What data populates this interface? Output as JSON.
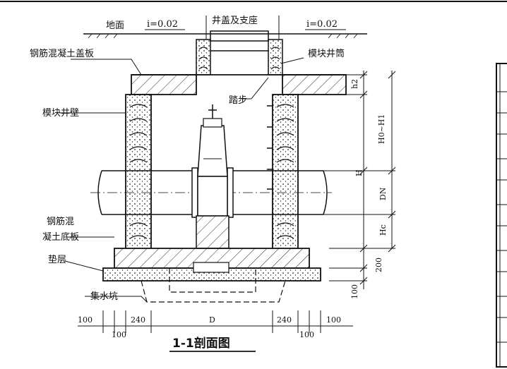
{
  "labels": {
    "ground": "地面",
    "slope_left": "i=0.02",
    "slope_right": "i=0.02",
    "cover_support": "井盖及支座",
    "rc_cover_slab": "钢筋混凝土盖板",
    "module_shaft": "模块井筒",
    "step": "踏步",
    "module_wall": "模块井壁",
    "rc_base_line1": "钢筋混",
    "rc_base_line2": "凝土底板",
    "cushion": "垫层",
    "sump": "集水坑",
    "title": "1-1剖面图"
  },
  "dimensions": {
    "right": {
      "h2": "h2",
      "h0_h1": "H0~H1",
      "H": "H",
      "DN": "DN",
      "Hc": "Hc",
      "base_200": "200",
      "bottom_100": "100"
    },
    "bottom": {
      "left_100": "100",
      "left_240": "240",
      "left_100_low": "100",
      "D": "D",
      "right_240": "240",
      "right_100": "100",
      "right_100_low": "100"
    }
  }
}
